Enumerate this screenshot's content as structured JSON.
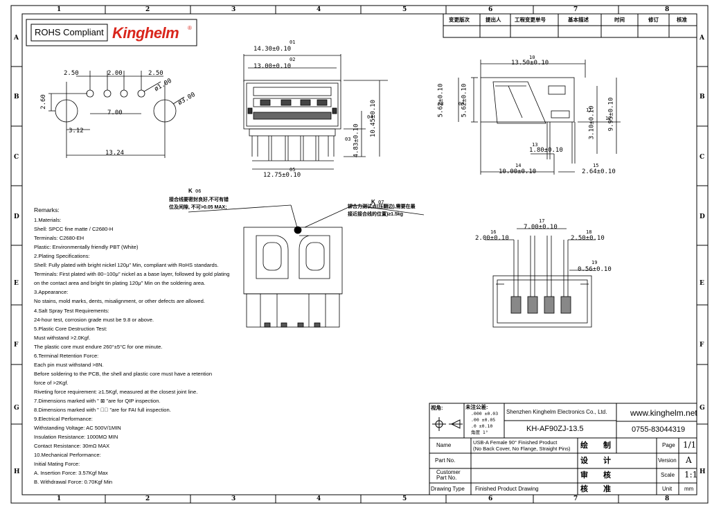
{
  "zones": {
    "cols": [
      "1",
      "2",
      "3",
      "4",
      "5",
      "6",
      "7",
      "8"
    ],
    "rows": [
      "A",
      "B",
      "C",
      "D",
      "E",
      "F",
      "G",
      "H"
    ]
  },
  "header": {
    "rohs": "ROHS Compliant",
    "brand": "Kinghelm",
    "brand_mark": "®",
    "revision_cols": [
      "变更版次",
      "提出人",
      "工程变更单号",
      "基本描述",
      "时间",
      "修订",
      "核准"
    ]
  },
  "dims": {
    "hole_d1": "2.50",
    "hole_d2": "2.00",
    "hole_d3": "2.50",
    "hole_small": "ø1.00",
    "hole_big": "ø3.00",
    "hole_v": "2.60",
    "hole_7": "7.00",
    "hole_312": "3.12",
    "hole_1324": "13.24",
    "front_w1": "14.30±0.10",
    "front_w2": "13.00±0.10",
    "front_h1": "10.45±0.10",
    "front_h2": "4.83±0.10",
    "front_bottom": "12.75±0.10",
    "side_top": "13.50±0.10",
    "side_l1": "5.62±0.10",
    "side_l2": "5.62±0.10",
    "side_r1": "3.10±0.10",
    "side_r2": "9.95±0.10",
    "side_180": "1.80±0.10",
    "side_1000": "10.00±0.10",
    "side_264": "2.64±0.10",
    "rear_700": "7.00±0.10",
    "rear_200": "2.00±0.10",
    "rear_250": "2.50±0.10",
    "rear_056": "0.56±0.10",
    "bal1": "01",
    "bal2": "02",
    "bal3": "03",
    "bal4": "04",
    "bal5": "05",
    "bal6": "06",
    "bal7": "07",
    "bal8": "08",
    "bal9": "09",
    "bal10": "10",
    "bal11": "11",
    "bal12": "12",
    "bal13": "13",
    "bal14": "14",
    "bal15": "15",
    "bal16": "16",
    "bal17": "17",
    "bal18": "18",
    "bal19": "19"
  },
  "notes": {
    "note1_line1": "接合线要密封良好,不可有错",
    "note1_line2": "位及间隙, 不可>0.05 MAX;",
    "note2_line1": "铆合力测试点(压翻边),需要在最",
    "note2_line2": "接近接合线的位置)≥1.5kg",
    "bal_k": "K"
  },
  "remarks": [
    {
      "text": "Remarks:",
      "h": true
    },
    {
      "text": "1.Materials:"
    },
    {
      "text": "Shell: SPCC fine matte / C2680-H"
    },
    {
      "text": "Terminals: C2680-EH"
    },
    {
      "text": "Plastic: Environmentally friendly PBT (White)"
    },
    {
      "text": "2.Plating Specifications:"
    },
    {
      "text": "Shell: Fully plated with bright nickel 120μ\" Min, compliant with RoHS standards."
    },
    {
      "text": "Terminals: First plated with 80~100μ\" nickel as a base layer, followed by gold plating"
    },
    {
      "text": "on the contact area and bright tin plating 120μ\" Min on the soldering area."
    },
    {
      "text": "3.Appearance:"
    },
    {
      "text": "No stains, mold marks, dents, misalignment, or other defects are allowed."
    },
    {
      "text": "4.Salt Spray Test Requirements:"
    },
    {
      "text": "24-hour test, corrosion grade must be 9.8 or above."
    },
    {
      "text": "5.Plastic Core Destruction Test:"
    },
    {
      "text": "Must withstand >2.0Kgf."
    },
    {
      "text": "The plastic core must endure 260°±5°C for one minute."
    },
    {
      "text": "6.Terminal Retention Force:"
    },
    {
      "text": "Each pin must withstand >8N."
    },
    {
      "text": "Before soldering to the PCB, the shell and plastic core must have a retention"
    },
    {
      "text": "force of >2Kgf."
    },
    {
      "text": "Riveting force requirement: ≥1.5Kgf, measured at the closest joint line."
    },
    {
      "text": "7.Dimensions marked with \" ⊠ \"are for QIP inspection."
    },
    {
      "text": "8.Dimensions marked with \" ⊠⃝ \"are for FAI full inspection."
    },
    {
      "text": "9.Electrical Performance:"
    },
    {
      "text": "Withstanding Voltage: AC 500V/1MIN"
    },
    {
      "text": "Insulation Resistance: 1000MΩ MIN"
    },
    {
      "text": "Contact Resistance: 30mΩ MAX"
    },
    {
      "text": "10.Mechanical Performance:"
    },
    {
      "text": "Initial Mating Force:"
    },
    {
      "text": "A. Insertion Force: 3.57Kgf Max"
    },
    {
      "text": "B. Withdrawal Force: 0.70Kgf Min"
    }
  ],
  "title_block": {
    "view_label": "视角:",
    "tol_label": "未注公差:",
    "tol_rows": [
      ".000    ±0.03",
      ".00     ±0.05",
      ".0      ±0.10",
      "角度      1°"
    ],
    "company": "Shenzhen Kinghelm Electronics Co., Ltd.",
    "website": "www.kinghelm.net",
    "part_number": "KH-AF90ZJ-13.5",
    "phone": "0755-83044319",
    "name_label": "Name",
    "name_value_1": "USB-A Female 90° Finished Product",
    "name_value_2": "(No Back Cover, No Flange, Straight Pins)",
    "draw_label": "绘　　制",
    "page_label": "Page",
    "page_value": "1/1",
    "partno_label": "Part No.",
    "design_label": "设　　计",
    "version_label": "Version",
    "version_value": "A",
    "customer_label": "Customer\nPart No.",
    "customer_label_1": "Customer",
    "customer_label_2": "Part No.",
    "review_label": "审　　核",
    "scale_label": "Scale",
    "scale_value": "1:1",
    "drawtype_label": "Drawing Type",
    "drawtype_value": "Finished Product Drawing",
    "approve_label": "核　　准",
    "unit_label": "Unit",
    "unit_value": "mm"
  }
}
